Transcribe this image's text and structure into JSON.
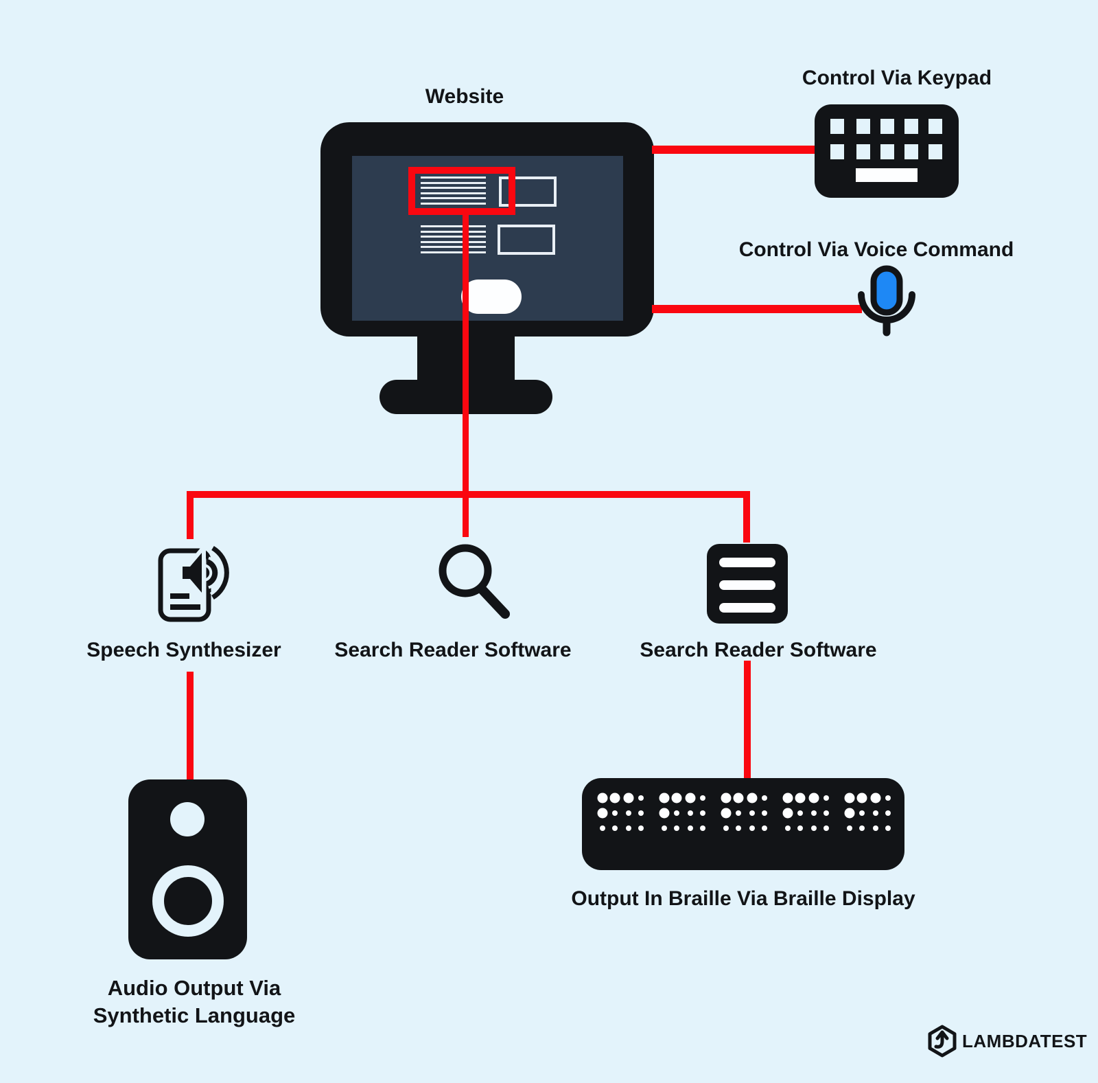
{
  "palette": {
    "bg": "#e3f3fb",
    "ink": "#121417",
    "red": "#fa0710",
    "blue": "#1e88f5",
    "navy": "#2d3c4f",
    "white": "#fdfeff"
  },
  "nodes": {
    "website": {
      "label": "Website",
      "icon": "monitor-icon"
    },
    "keypad": {
      "label": "Control Via Keypad",
      "icon": "keyboard-icon"
    },
    "voice": {
      "label": "Control Via Voice Command",
      "icon": "microphone-icon"
    },
    "speech_synthesizer": {
      "label": "Speech Synthesizer",
      "icon": "speech-document-icon"
    },
    "screen_reader_center": {
      "label": "Search Reader Software",
      "icon": "magnifier-icon"
    },
    "screen_reader_right": {
      "label": "Search Reader Software",
      "icon": "document-lines-icon"
    },
    "audio_output": {
      "label_line1": "Audio Output Via",
      "label_line2": "Synthetic Language",
      "icon": "speaker-icon"
    },
    "braille_display": {
      "label": "Output In Braille Via Braille Display",
      "icon": "braille-display-icon"
    }
  },
  "branding": {
    "logo_text": "LAMBDATEST",
    "logo_icon": "lambdatest-hexagon-icon"
  }
}
